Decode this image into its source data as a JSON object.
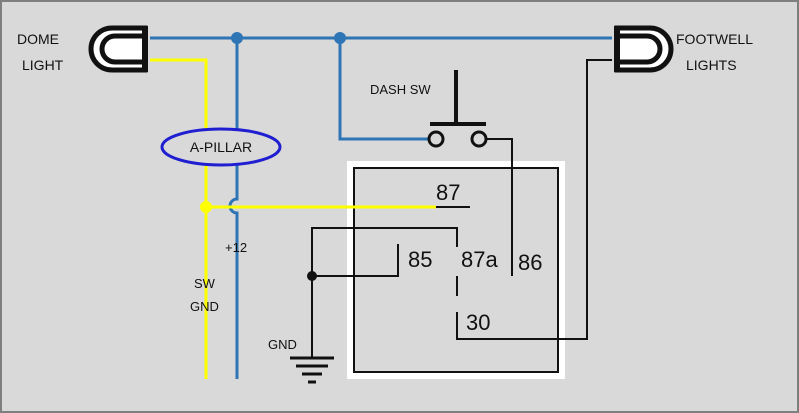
{
  "labels": {
    "dome_line1": "DOME",
    "dome_line2": "LIGHT",
    "footwell_line1": "FOOTWELL",
    "footwell_line2": "LIGHTS",
    "a_pillar": "A-PILLAR",
    "dash_sw": "DASH SW",
    "plus12": "+12",
    "sw": "SW",
    "gnd_small": "GND",
    "gnd": "GND"
  },
  "relay_pins": {
    "p87": "87",
    "p85": "85",
    "p87a": "87a",
    "p86": "86",
    "p30": "30"
  },
  "colors": {
    "background": "#d9d9d9",
    "border": "#7f7f7f",
    "blue_wire": "#2e75b6",
    "yellow_wire": "#ffff00",
    "black_wire": "#111111",
    "relay_fill": "#d9d9d9",
    "relay_frame": "#ffffff",
    "ellipse": "#1f1fd1"
  }
}
